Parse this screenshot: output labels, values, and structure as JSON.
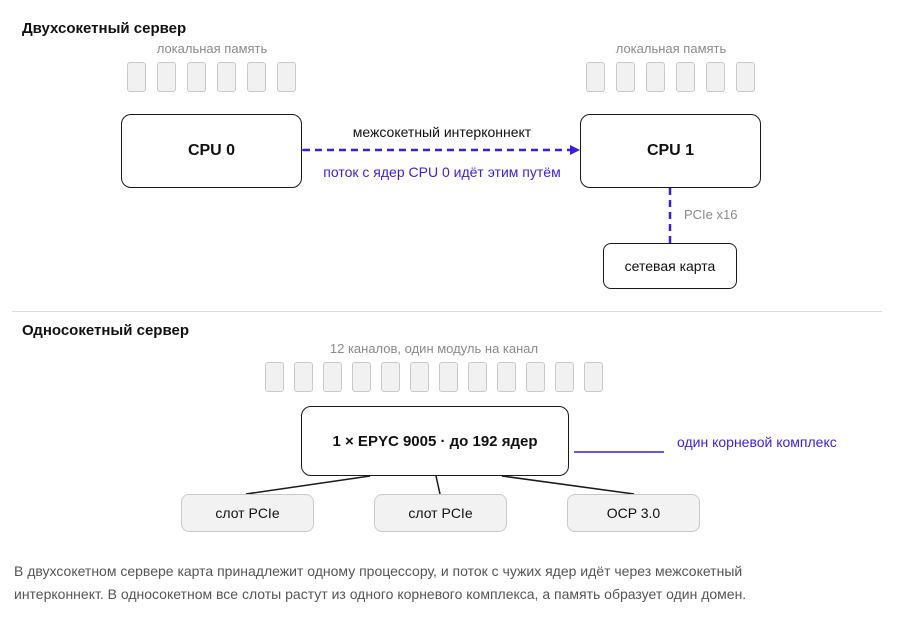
{
  "dual": {
    "title": "Двухсокетный сервер",
    "memory_left_label": "локальная память",
    "memory_right_label": "локальная память",
    "cpu0": "CPU 0",
    "cpu1": "CPU 1",
    "interconnect_label": "межсокетный интерконнект",
    "path_label": "поток с ядер CPU 0 идёт этим путём",
    "pcie_label": "PCIe x16",
    "nic": "сетевая карта"
  },
  "single": {
    "title": "Односокетный сервер",
    "memory_label": "12 каналов, один модуль на канал",
    "cpu": "1 × EPYC 9005 · до 192 ядер",
    "root_complex_label": "один корневой комплекс",
    "slots": [
      "слот PCIe",
      "слот PCIe",
      "OCP 3.0"
    ]
  },
  "footnote": "В двухсокетном сервере карта принадлежит одному процессору, и поток с чужих ядер идёт через межсокетный интерконнект. В односокетном все слоты растут из одного корневого комплекса, а память образует один домен.",
  "colors": {
    "accent": "#3b1fe0",
    "line": "#1a1a1a",
    "dimm_fill": "#f1f1f1",
    "dimm_border": "#c9c9c9",
    "caption": "#8a8a8a"
  }
}
